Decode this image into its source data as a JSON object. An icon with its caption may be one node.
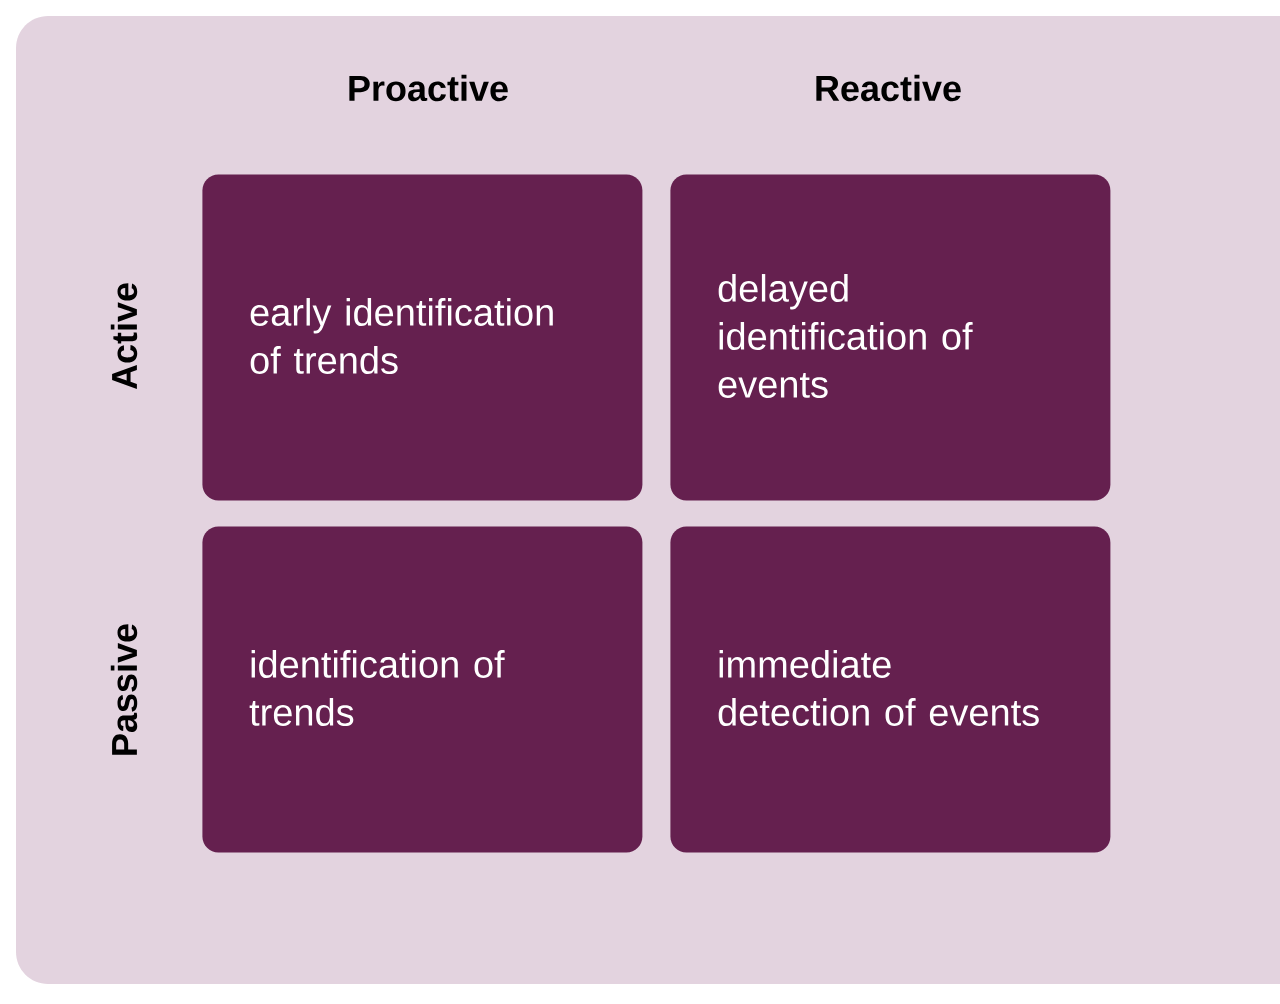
{
  "diagram": {
    "nodes": [
      {
        "text": [
          "early identification of trends"
        ]
      },
      {
        "text": [
          "delayed identification of events"
        ]
      },
      {
        "text": [
          "identification of trends"
        ]
      },
      {
        "text": [
          "immediate detection of events"
        ]
      }
    ],
    "labels": [
      "Proactive",
      "Reactive",
      "Active",
      "Passive"
    ]
  }
}
